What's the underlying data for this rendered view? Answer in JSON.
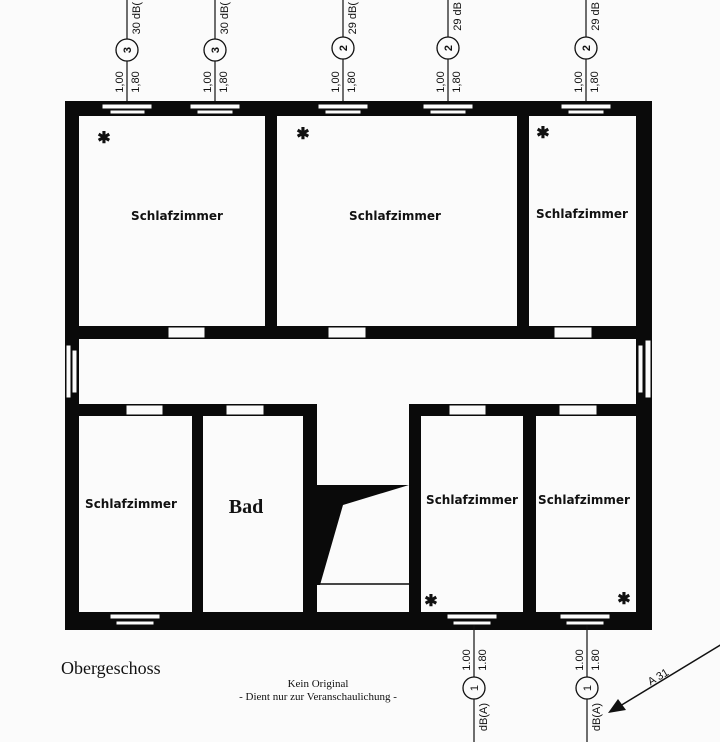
{
  "plan": {
    "floor_title": "Obergeschoss",
    "notice_line1": "Kein Original",
    "notice_line2": "- Dient nur zur Veranschaulichung -",
    "rooms": [
      {
        "label": "Schlafzimmer"
      },
      {
        "label": "Schlafzimmer"
      },
      {
        "label": "Schlafzimmer"
      },
      {
        "label": "Schlafzimmer"
      },
      {
        "label": "Bad"
      },
      {
        "label": "Schlafzimmer"
      },
      {
        "label": "Schlafzimmer"
      }
    ],
    "top_windows": [
      {
        "sill": "1,00",
        "height": "1,80",
        "class": "3",
        "rating": "30 dB("
      },
      {
        "sill": "1,00",
        "height": "1,80",
        "class": "3",
        "rating": "30 dB("
      },
      {
        "sill": "1,00",
        "height": "1,80",
        "class": "2",
        "rating": "29 dB("
      },
      {
        "sill": "1,00",
        "height": "1,80",
        "class": "2",
        "rating": "29 dB"
      },
      {
        "sill": "1,00",
        "height": "1,80",
        "class": "2",
        "rating": "29 dB"
      }
    ],
    "bottom_windows": [
      {
        "sill": "1.00",
        "height": "1.80",
        "class": "1",
        "rating": "dB(A)"
      },
      {
        "sill": "1.00",
        "height": "1.80",
        "class": "1",
        "rating": "dB(A)"
      }
    ],
    "noise_arrow_label": "A 31",
    "colors": {
      "wall": "#0a0a0a",
      "paper": "#fbfbfb"
    }
  }
}
